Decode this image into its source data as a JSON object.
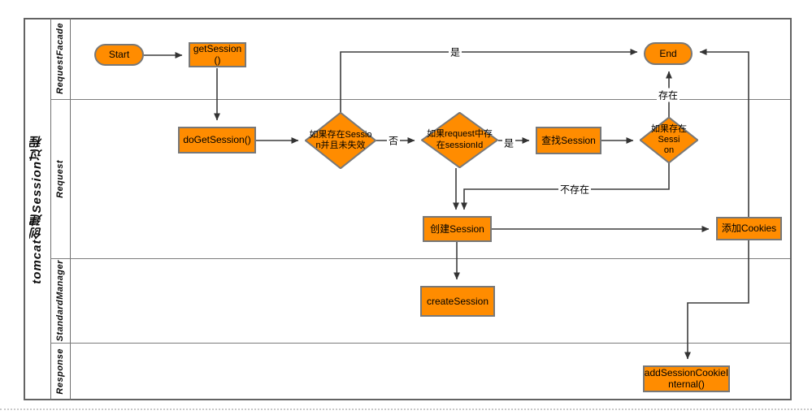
{
  "diagram_title": "tomcat创建Session过程",
  "lanes": [
    {
      "label": "RequestFacade"
    },
    {
      "label": "Request"
    },
    {
      "label": "StandardManager"
    },
    {
      "label": "Response"
    }
  ],
  "nodes": {
    "start": {
      "type": "terminator",
      "label": "Start"
    },
    "get_session": {
      "type": "process",
      "label": "getSession\n()"
    },
    "do_get_session": {
      "type": "process",
      "label": "doGetSession()"
    },
    "check_session_valid": {
      "type": "decision",
      "label": "如果存在Sessio\nn并且未失效"
    },
    "check_request_session_id": {
      "type": "decision",
      "label": "如果request中存\n在sessionId"
    },
    "find_session": {
      "type": "process",
      "label": "查找Session"
    },
    "check_session_exists": {
      "type": "decision",
      "label": "如果存在Sessi\non"
    },
    "end": {
      "type": "terminator",
      "label": "End"
    },
    "create_session_step": {
      "type": "process",
      "label": "创建Session"
    },
    "add_cookies": {
      "type": "process",
      "label": "添加Cookies"
    },
    "create_session_impl": {
      "type": "process",
      "label": "createSession"
    },
    "add_session_cookie_internal": {
      "type": "process",
      "label": "addSessionCookieI\nnternal()"
    }
  },
  "flows": [
    {
      "from": "start",
      "to": "get_session",
      "label": ""
    },
    {
      "from": "get_session",
      "to": "do_get_session",
      "label": ""
    },
    {
      "from": "do_get_session",
      "to": "check_session_valid",
      "label": ""
    },
    {
      "from": "check_session_valid",
      "to": "check_request_session_id",
      "label": "否"
    },
    {
      "from": "check_session_valid",
      "to": "end",
      "label": "是"
    },
    {
      "from": "check_request_session_id",
      "to": "find_session",
      "label": "是"
    },
    {
      "from": "find_session",
      "to": "check_session_exists",
      "label": ""
    },
    {
      "from": "check_session_exists",
      "to": "end",
      "label": "存在"
    },
    {
      "from": "check_session_exists",
      "to": "create_session_step",
      "label": "不存在"
    },
    {
      "from": "check_request_session_id",
      "to": "create_session_step",
      "label": ""
    },
    {
      "from": "create_session_step",
      "to": "add_cookies",
      "label": ""
    },
    {
      "from": "create_session_step",
      "to": "create_session_impl",
      "label": ""
    },
    {
      "from": "add_cookies",
      "to": "end",
      "label": ""
    },
    {
      "from": "add_cookies",
      "to": "add_session_cookie_internal",
      "label": ""
    }
  ],
  "colors": {
    "node_fill": "#FF8C00",
    "node_border": "#787878",
    "lane_border": "#707070",
    "arrow": "#3d3d3d",
    "text": "#000000"
  }
}
